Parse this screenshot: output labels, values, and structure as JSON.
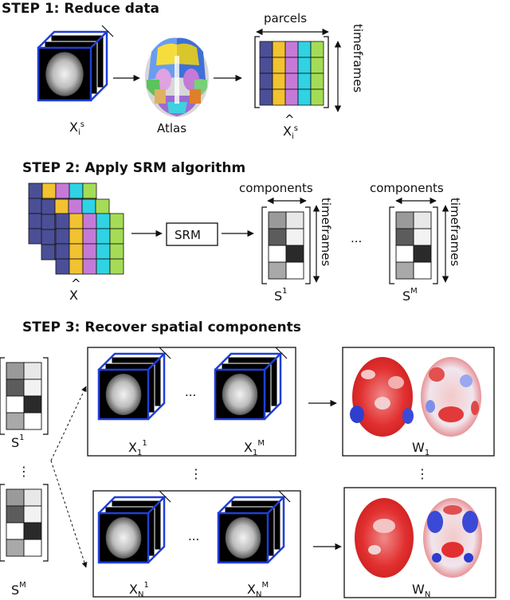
{
  "steps": {
    "step1": "STEP 1: Reduce data",
    "step2": "STEP 2: Apply SRM algorithm",
    "step3": "STEP 3: Recover spatial components"
  },
  "labels": {
    "subject_x": "X",
    "subject_x_sub": "i",
    "subject_x_sup": "s",
    "atlas": "Atlas",
    "parcels": "parcels",
    "timeframes": "timeframes",
    "reduced_x": "X",
    "reduced_x_sub": "i",
    "reduced_x_sup": "s",
    "components": "components",
    "srm": "SRM",
    "xhat": "X",
    "s": "S",
    "s1_sup": "1",
    "sm_sup": "M",
    "ellipsis_h": "...",
    "ellipsis_v": "⋮",
    "x1_1": "X",
    "x1_1_sub": "1",
    "x1_1_sup": "1",
    "x1_m": "X",
    "x1_m_sub": "1",
    "x1_m_sup": "M",
    "xn_1": "X",
    "xn_1_sub": "N",
    "xn_1_sup": "1",
    "xn_m": "X",
    "xn_m_sub": "N",
    "xn_m_sup": "M",
    "w1": "W",
    "w1_sub": "1",
    "wn": "W",
    "wn_sub": "N"
  },
  "colors": {
    "parcel_cols": [
      "#4b4f97",
      "#f2c230",
      "#c67ad8",
      "#2fd3e3",
      "#a5dc55"
    ],
    "cube_edge": "#1f3fd6",
    "component_shades": [
      "#9a9a9a",
      "#e8e8e8",
      "#5c5c5c",
      "#f2f2f2",
      "#ffffff",
      "#2a2a2a",
      "#a9a9a9",
      "#ffffff"
    ]
  }
}
